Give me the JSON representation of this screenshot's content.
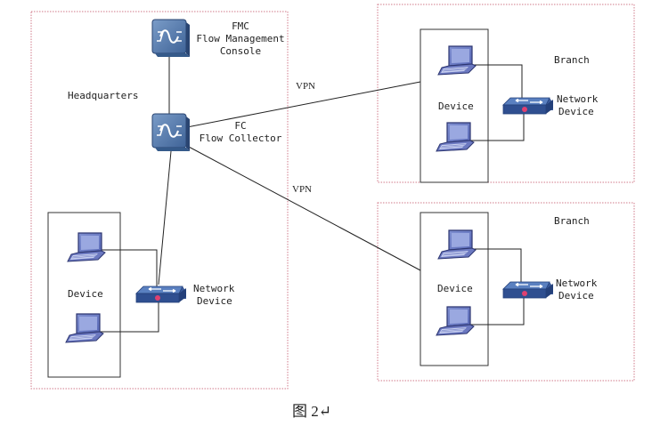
{
  "colors": {
    "zone_border": "#d07a8a",
    "device_blue": "#3a5a9a",
    "line": "#222222"
  },
  "headquarters": {
    "label": "Headquarters",
    "fmc": {
      "line1": "FMC",
      "line2": "Flow Management",
      "line3": "Console"
    },
    "fc": {
      "line1": "FC",
      "line2": "Flow Collector"
    },
    "device_group_label": "Device",
    "network_device": {
      "line1": "Network",
      "line2": "Device"
    }
  },
  "branches": [
    {
      "label": "Branch",
      "device_group_label": "Device",
      "network_device": {
        "line1": "Network",
        "line2": "Device"
      }
    },
    {
      "label": "Branch",
      "device_group_label": "Device",
      "network_device": {
        "line1": "Network",
        "line2": "Device"
      }
    }
  ],
  "links": {
    "vpn_1": "VPN",
    "vpn_2": "VPN"
  },
  "caption": "图 2↵"
}
